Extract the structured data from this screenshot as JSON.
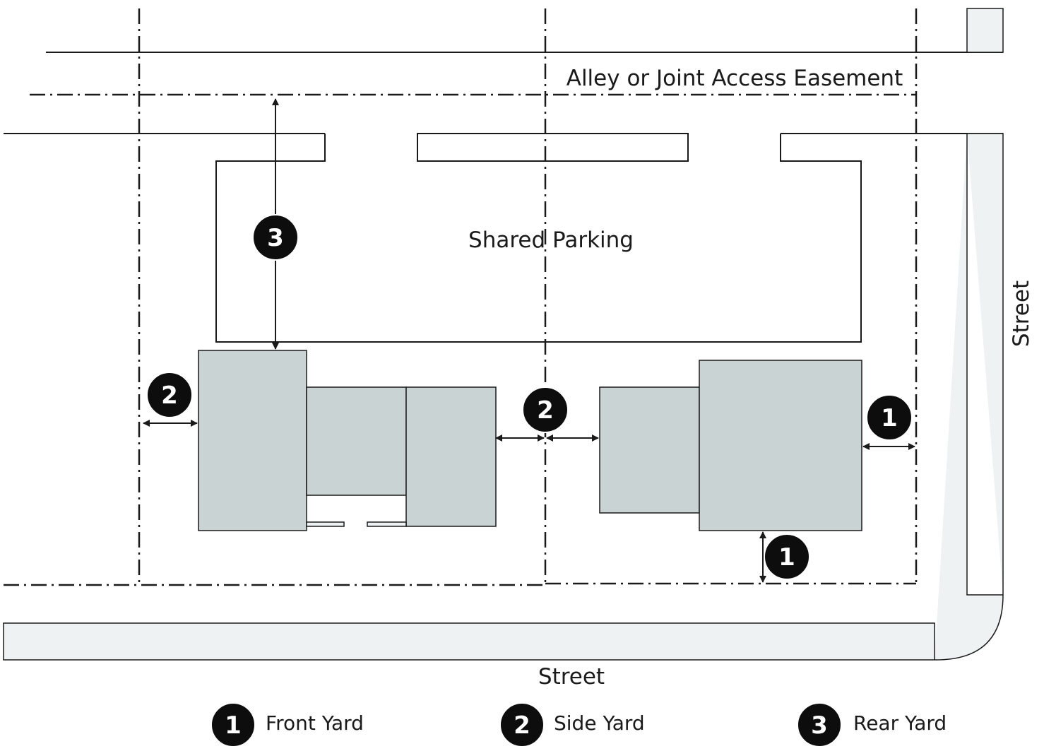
{
  "labels": {
    "alley": "Alley or Joint Access Easement",
    "parking": "Shared Parking",
    "street_bottom": "Street",
    "street_right": "Street"
  },
  "markers": {
    "front": "1",
    "side": "2",
    "rear": "3"
  },
  "legend": [
    {
      "number": "1",
      "label": "Front Yard"
    },
    {
      "number": "2",
      "label": "Side Yard"
    },
    {
      "number": "3",
      "label": "Rear Yard"
    }
  ],
  "colors": {
    "building": "#c9d3d3",
    "sidewalk": "#eef2f2",
    "marker": "#0d0d0d",
    "line": "#1a1a1a"
  }
}
